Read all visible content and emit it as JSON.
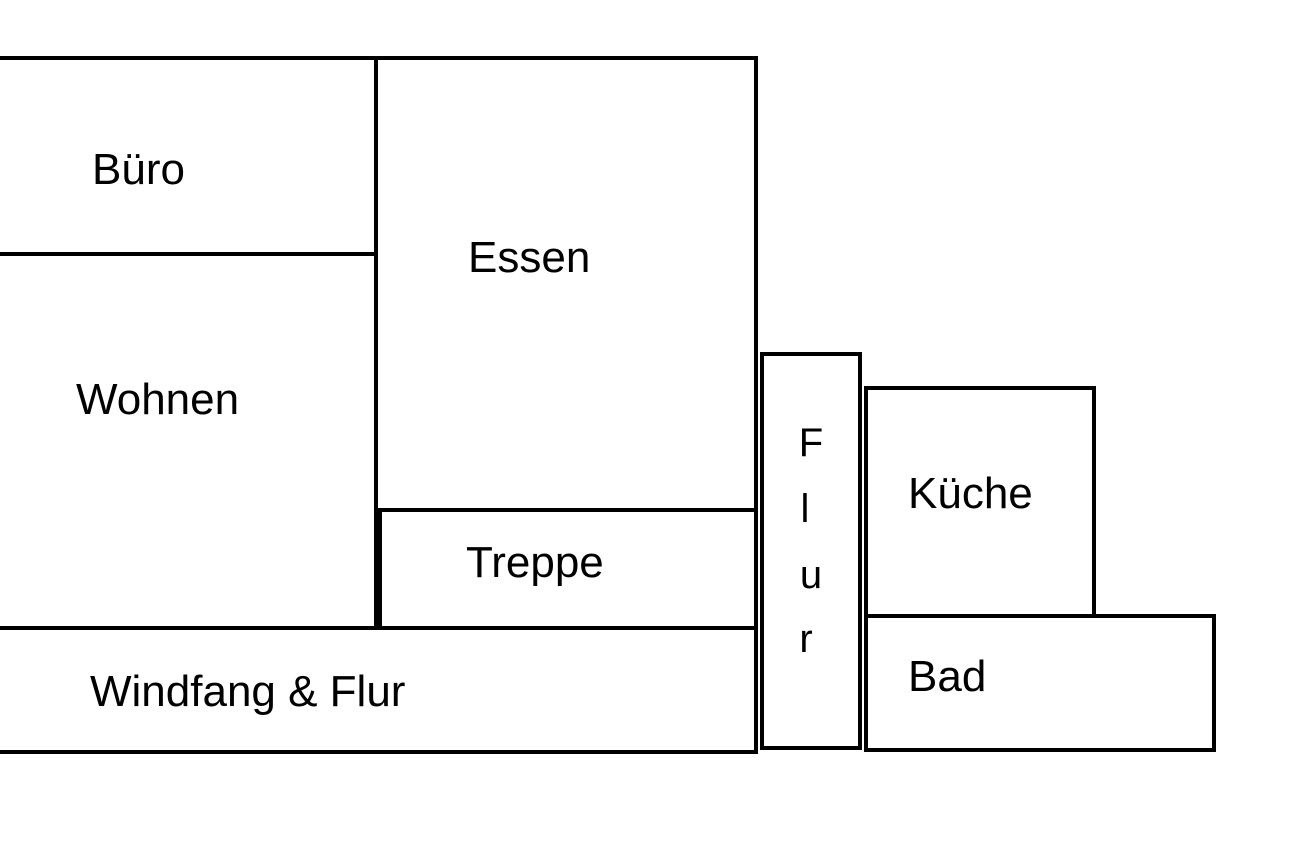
{
  "diagram": {
    "rooms": {
      "buero": "Büro",
      "wohnen": "Wohnen",
      "essen": "Essen",
      "treppe": "Treppe",
      "windfang": "Windfang & Flur",
      "flur": [
        "F",
        "l",
        "u",
        "r"
      ],
      "kueche": "Küche",
      "bad": "Bad"
    },
    "colors": {
      "stroke": "#000000",
      "fill": "#ffffff"
    }
  }
}
